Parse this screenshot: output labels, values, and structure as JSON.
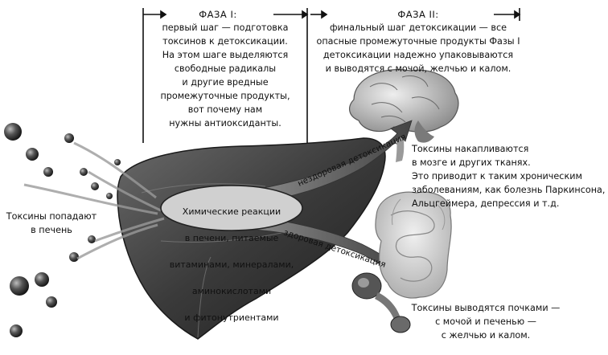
{
  "phase1": {
    "title": "ФАЗА I:",
    "lines": [
      "первый шаг — подготовка",
      "токсинов к детоксикации.",
      "На этом шаге выделяются",
      "свободные радикалы",
      "и другие вредные",
      "промежуточные продукты,",
      "вот почему нам",
      "нужны антиоксиданты."
    ]
  },
  "phase2": {
    "title": "ФАЗА II:",
    "lines": [
      "финальный шаг детоксикации — все",
      "опасные промежуточные продукты Фазы I",
      "детоксикации надежно упаковываются",
      "и выводятся с мочой, желчью и калом."
    ]
  },
  "liver_text": {
    "lines": [
      "Химические реакции",
      "в печени, питаемые",
      "витаминами, минералами,",
      "аминокислотами",
      "и фитонутриентами"
    ]
  },
  "arrows": {
    "unhealthy": "нездоровая детоксикация",
    "healthy": "здоровая детоксикация"
  },
  "toxins_enter": {
    "lines": [
      "Токсины попадают",
      "в печень"
    ]
  },
  "toxins_brain": {
    "lines": [
      "Токсины накапливаются",
      "в мозге и других тканях.",
      "Это приводит к таким хроническим",
      "заболеваниям, как болезнь Паркинсона,",
      "Альцгеймера, депрессия и т.д."
    ]
  },
  "toxins_kidney": {
    "lines": [
      "Токсины выводятся почками —",
      "с мочой и печенью —",
      "с желчью и калом."
    ]
  }
}
